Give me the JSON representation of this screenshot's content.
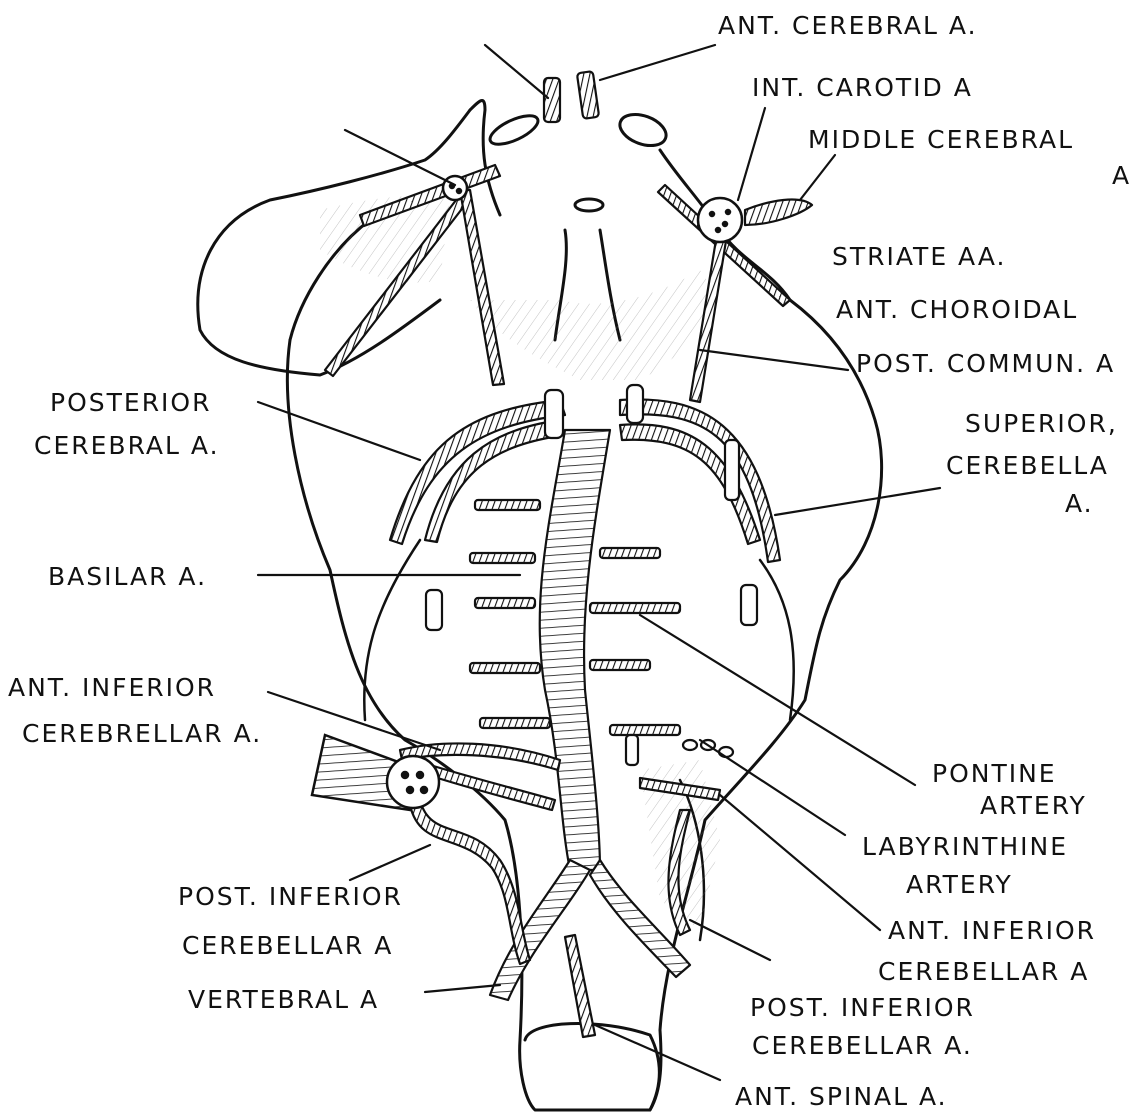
{
  "labels": {
    "ant_cerebral": "ANT. CEREBRAL A.",
    "int_carotid": "INT. CAROTID A",
    "middle_cerebral_1": "MIDDLE CEREBRAL",
    "middle_cerebral_2": "A",
    "striate": "STRIATE AA.",
    "ant_choroidal": "ANT. CHOROIDAL",
    "post_commun": "POST. COMMUN. A",
    "posterior_cerebral_1": "POSTERIOR",
    "posterior_cerebral_2": "CEREBRAL A.",
    "superior_cerebellar_1": "SUPERIOR,",
    "superior_cerebellar_2": "CEREBELLA",
    "superior_cerebellar_3": "A.",
    "basilar": "BASILAR A.",
    "ant_inferior_left_1": "ANT. INFERIOR",
    "ant_inferior_left_2": "CEREBRELLAR A.",
    "pontine_1": "PONTINE",
    "pontine_2": "ARTERY",
    "labyrinthine_1": "LABYRINTHINE",
    "labyrinthine_2": "ARTERY",
    "ant_inferior_right_1": "ANT. INFERIOR",
    "ant_inferior_right_2": "CEREBELLAR A",
    "post_inferior_left_1": "POST. INFERIOR",
    "post_inferior_left_2": "CEREBELLAR A",
    "vertebral": "VERTEBRAL A",
    "post_inferior_right_1": "POST. INFERIOR",
    "post_inferior_right_2": "CEREBELLAR A.",
    "ant_spinal": "ANT. SPINAL A."
  },
  "colors": {
    "ink": "#111111",
    "paper": "#ffffff"
  }
}
